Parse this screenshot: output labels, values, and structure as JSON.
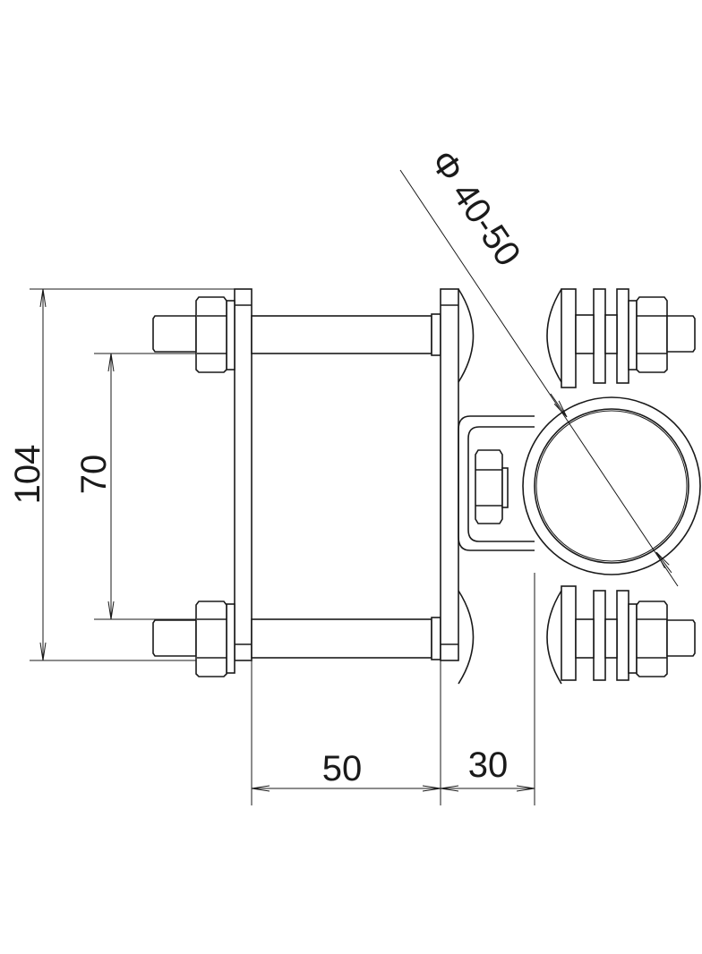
{
  "dimensions": {
    "height_overall": "104",
    "bolt_spacing": "70",
    "plate_gap": "50",
    "clamp_offset": "30",
    "pipe_diameter": "Φ 40-50"
  },
  "colors": {
    "line": "#1a1a1a",
    "background": "#ffffff"
  }
}
